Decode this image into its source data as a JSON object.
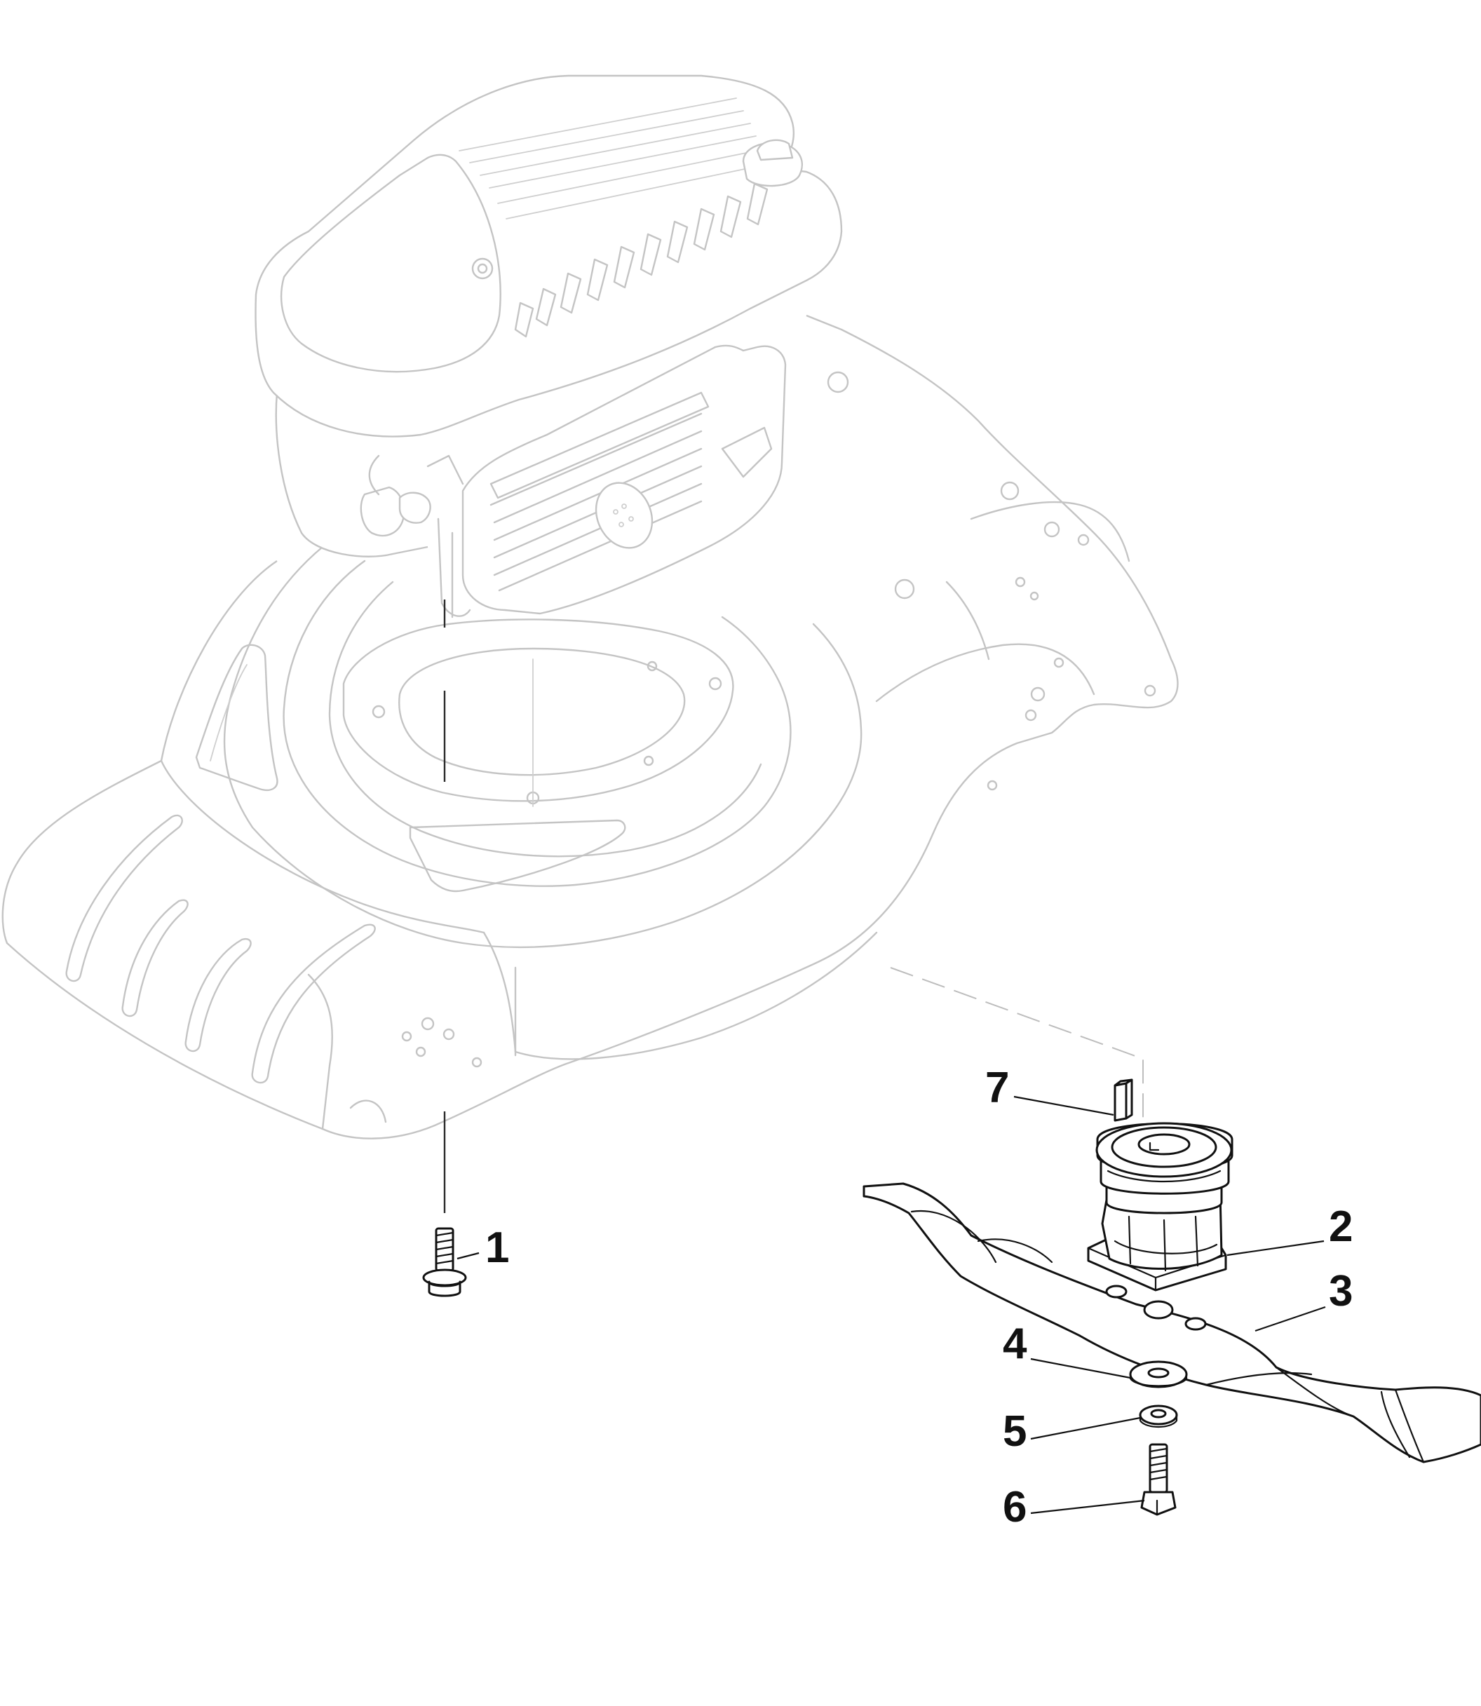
{
  "diagram": {
    "callouts": [
      {
        "id": "1",
        "label": "1",
        "part": "deck-screw"
      },
      {
        "id": "2",
        "label": "2",
        "part": "blade-hub"
      },
      {
        "id": "3",
        "label": "3",
        "part": "cutting-blade"
      },
      {
        "id": "4",
        "label": "4",
        "part": "flat-washer"
      },
      {
        "id": "5",
        "label": "5",
        "part": "spring-washer"
      },
      {
        "id": "6",
        "label": "6",
        "part": "blade-bolt"
      },
      {
        "id": "7",
        "label": "7",
        "part": "shaft-key"
      }
    ],
    "colors": {
      "background": "#ffffff",
      "context_line": "#c4c4c4",
      "part_line": "#111111",
      "label": "#111111"
    },
    "icons": [
      "mower-deck-outline",
      "engine-outline",
      "hex-flange-screw",
      "blade-adapter-hub",
      "mulching-blade",
      "washer",
      "hex-bolt",
      "parallel-key"
    ]
  }
}
